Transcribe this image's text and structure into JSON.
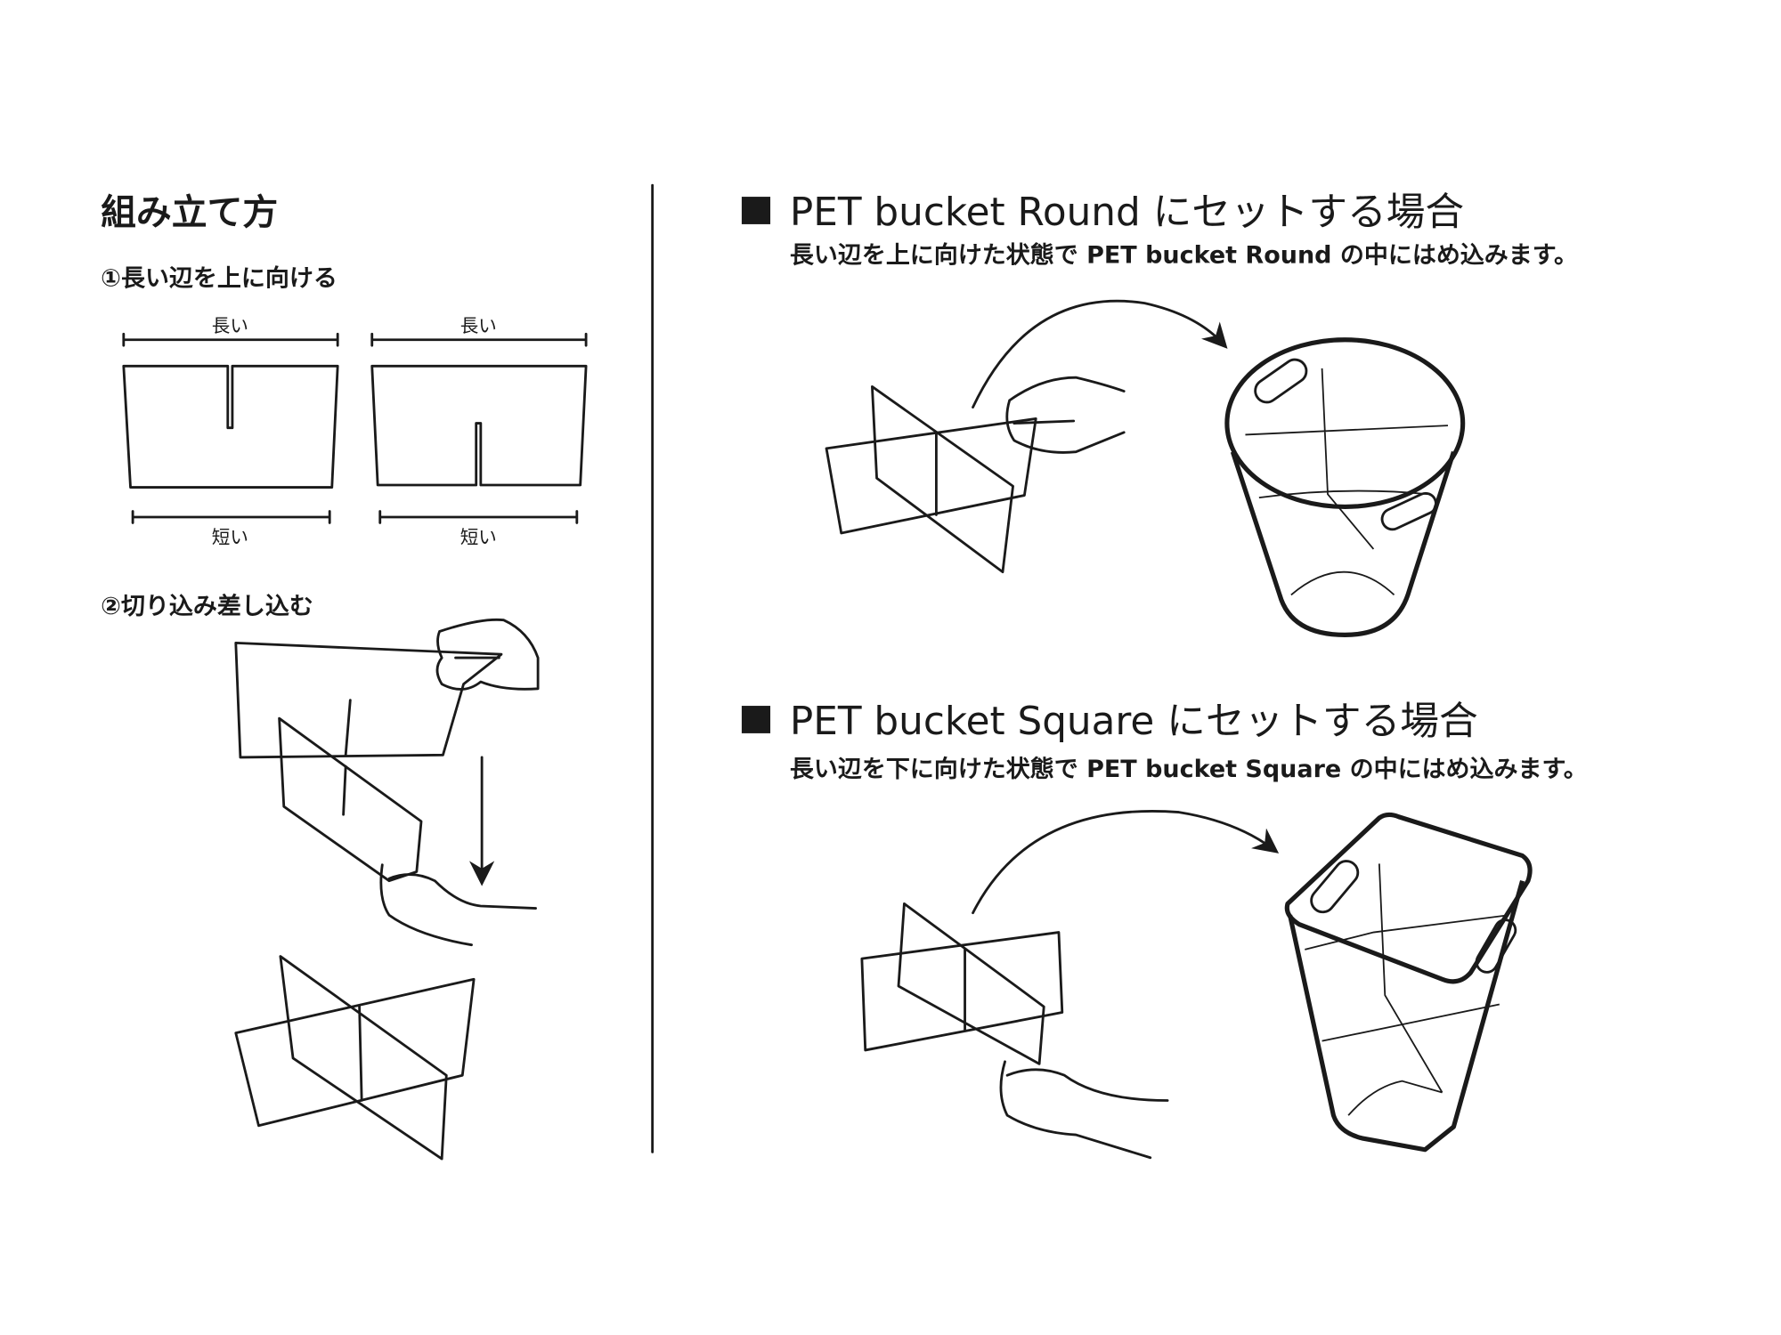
{
  "assembly": {
    "title": "組み立て方",
    "step1": "①長い辺を上に向ける",
    "long_label": "長い",
    "short_label": "短い",
    "step2": "②切り込み差し込む"
  },
  "round": {
    "heading": "PET bucket Round にセットする場合",
    "description": "長い辺を上に向けた状態で PET bucket Round の中にはめ込みます。"
  },
  "square": {
    "heading": "PET bucket Square にセットする場合",
    "description": "長い辺を下に向けた状態で PET bucket Square の中にはめ込みます。"
  },
  "colors": {
    "ink": "#1a1a1a",
    "background": "#ffffff"
  }
}
